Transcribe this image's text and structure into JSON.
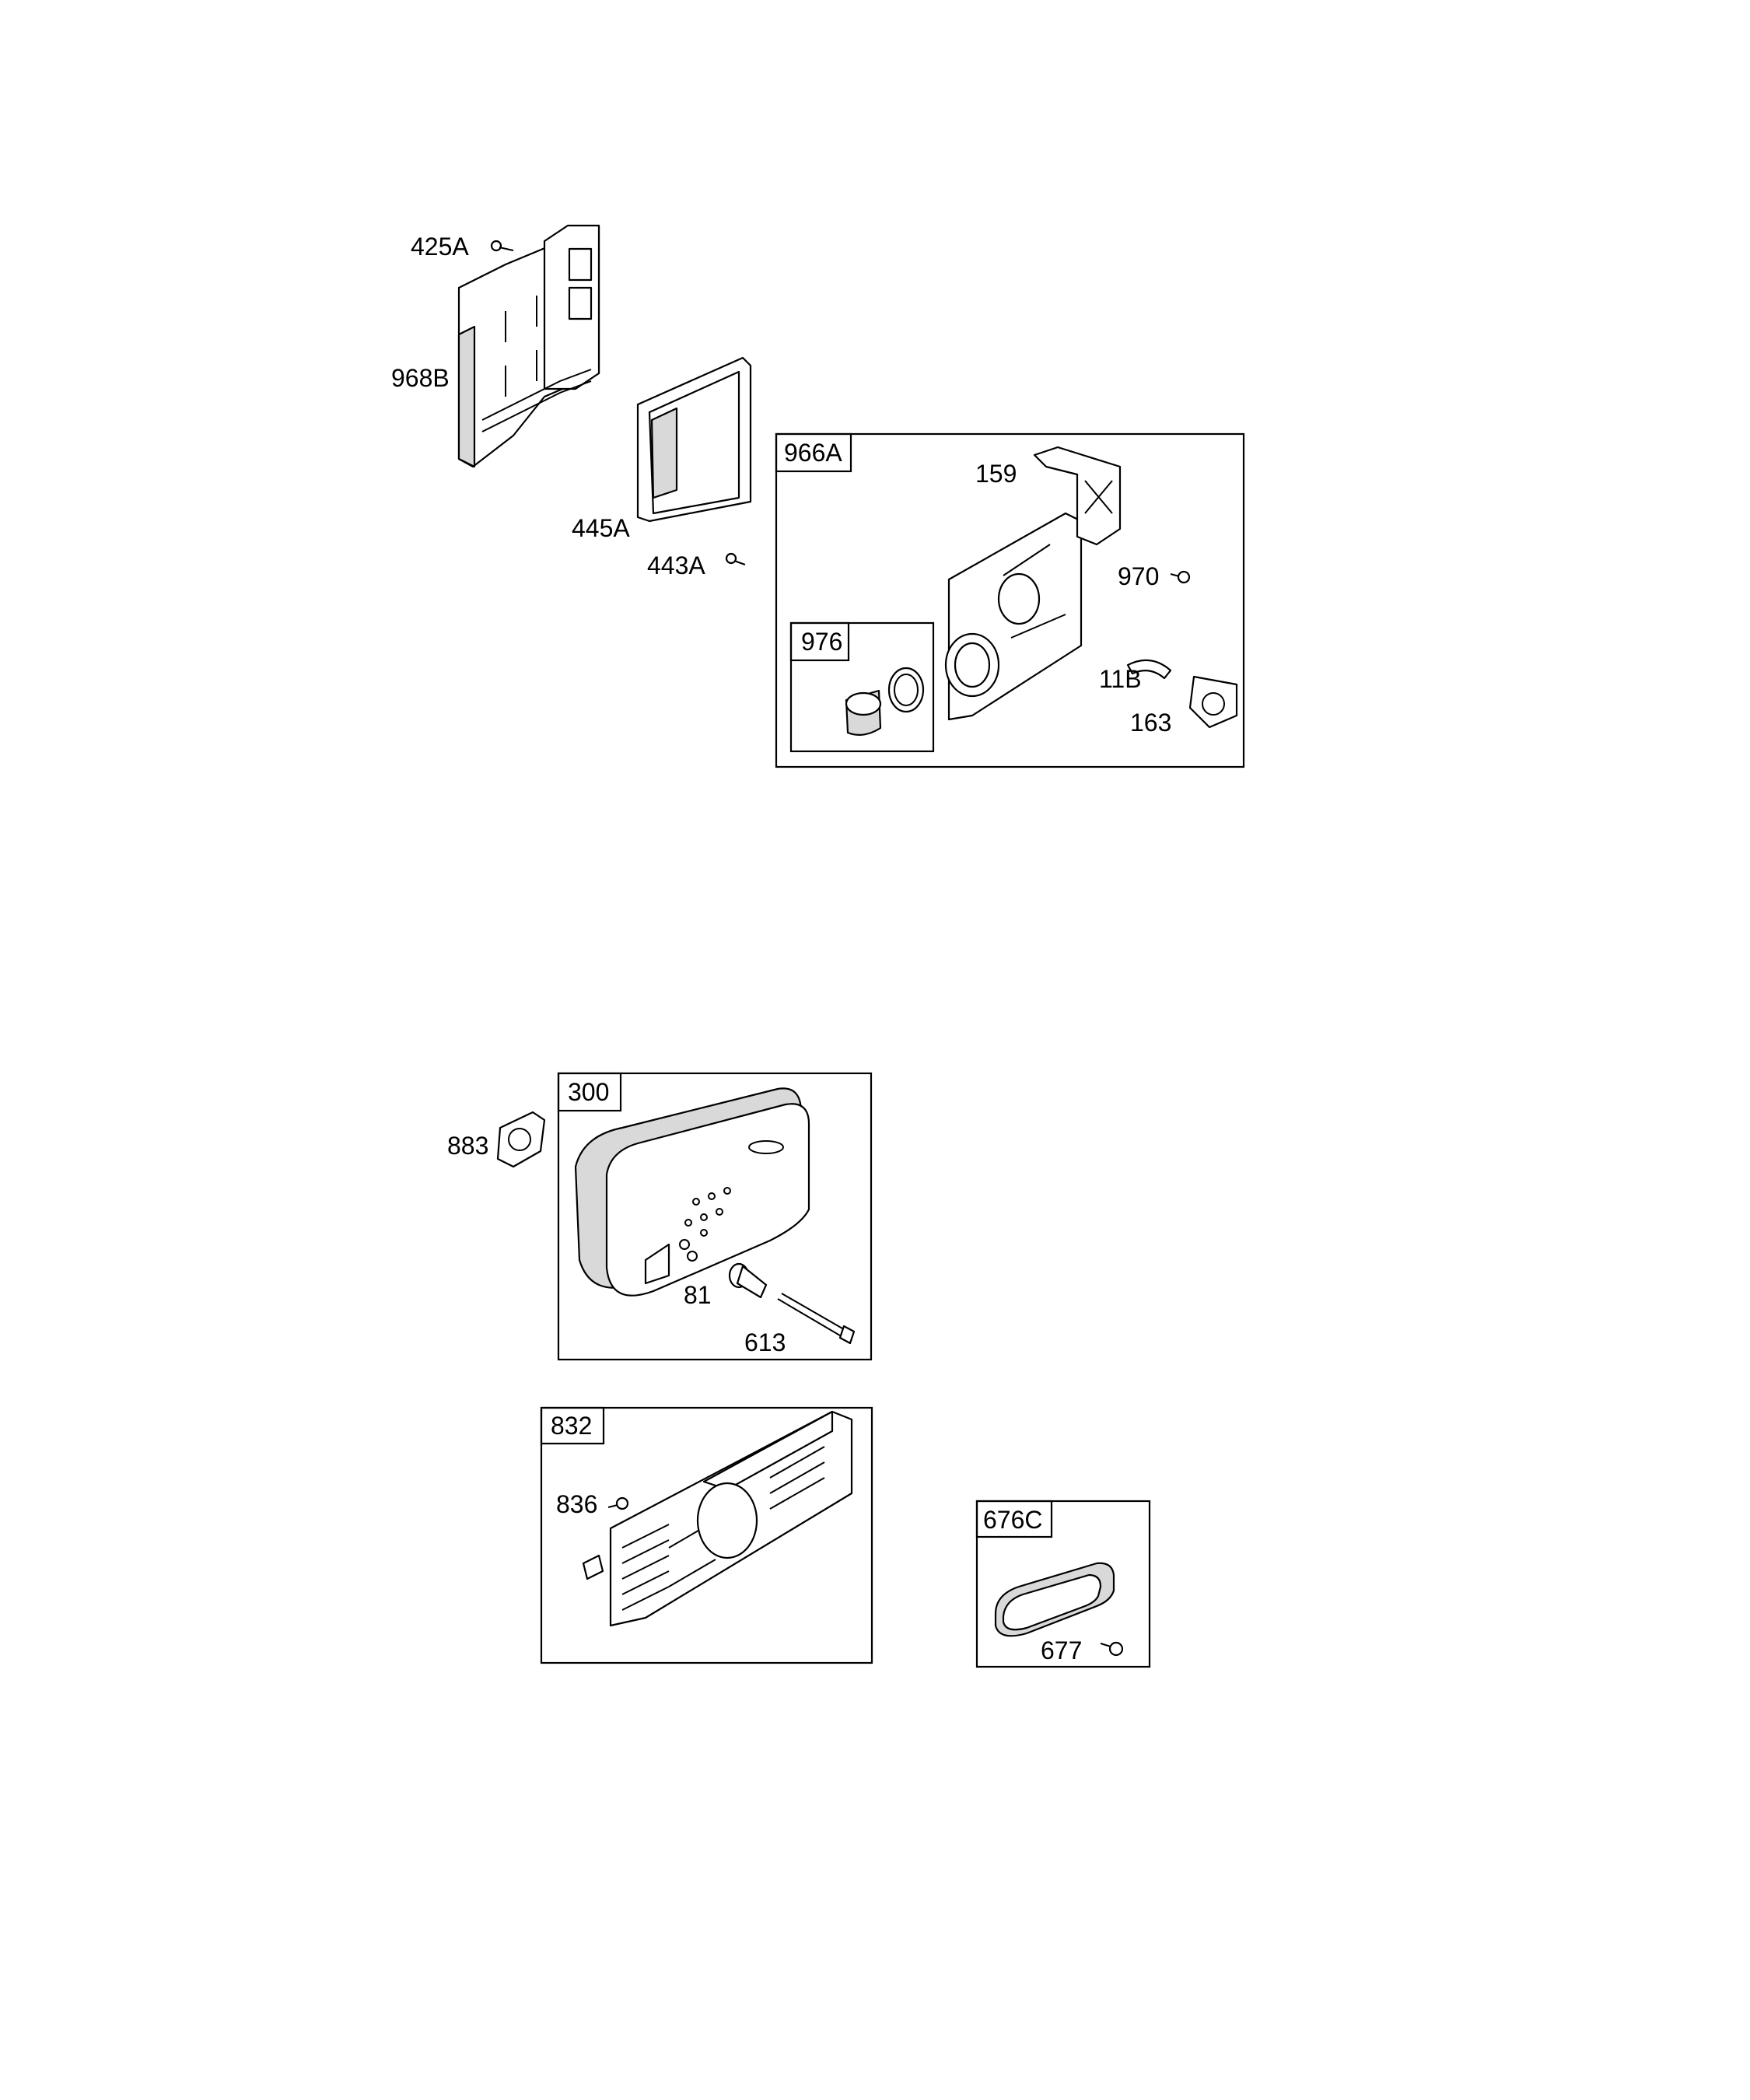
{
  "boxes": {
    "b966A": "966A",
    "b976": "976",
    "b300": "300",
    "b832": "832",
    "b676C": "676C"
  },
  "callouts": {
    "c425A": "425A",
    "c968B": "968B",
    "c445A": "445A",
    "c443A": "443A",
    "c159": "159",
    "c970": "970",
    "c11B": "11B",
    "c163": "163",
    "c883": "883",
    "c81": "81",
    "c613": "613",
    "c836": "836",
    "c677": "677"
  }
}
